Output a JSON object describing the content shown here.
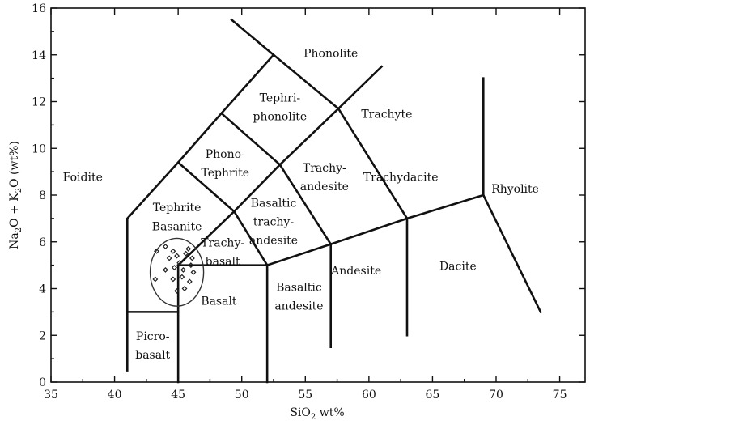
{
  "chart_data": {
    "type": "scatter",
    "title": "",
    "xlabel": "SiO",
    "xlabel_sub": "2",
    "xlabel_tail": " wt%",
    "ylabel_parts": [
      "Na",
      "2",
      "O + K",
      "2",
      "O (wt%)"
    ],
    "xlim": [
      35,
      77
    ],
    "ylim": [
      0,
      16
    ],
    "x_ticks": [
      35,
      40,
      45,
      50,
      55,
      60,
      65,
      70,
      75
    ],
    "y_ticks": [
      0,
      2,
      4,
      6,
      8,
      10,
      12,
      14,
      16
    ],
    "grid": false,
    "fields": [
      {
        "label": "Phonolite",
        "x": 57,
        "y": 13.9
      },
      {
        "label": "Tephri-",
        "x": 53,
        "y": 12.0
      },
      {
        "label": "phonolite",
        "x": 53,
        "y": 11.2
      },
      {
        "label": "Trachyte",
        "x": 61.4,
        "y": 11.3
      },
      {
        "label": "Phono-",
        "x": 48.7,
        "y": 9.6
      },
      {
        "label": "Tephrite",
        "x": 48.7,
        "y": 8.8
      },
      {
        "label": "Trachy-",
        "x": 56.5,
        "y": 9.0
      },
      {
        "label": "andesite",
        "x": 56.5,
        "y": 8.2
      },
      {
        "label": "Trachydacite",
        "x": 62.5,
        "y": 8.6
      },
      {
        "label": "Foidite",
        "x": 37.5,
        "y": 8.6
      },
      {
        "label": "Rhyolite",
        "x": 71.5,
        "y": 8.1
      },
      {
        "label": "Basaltic",
        "x": 52.5,
        "y": 7.5
      },
      {
        "label": "trachy-",
        "x": 52.5,
        "y": 6.7
      },
      {
        "label": "andesite",
        "x": 52.5,
        "y": 5.9
      },
      {
        "label": "Tephrite",
        "x": 44.9,
        "y": 7.3
      },
      {
        "label": "Basanite",
        "x": 44.9,
        "y": 6.5
      },
      {
        "label": "Trachy-",
        "x": 48.5,
        "y": 5.8
      },
      {
        "label": "basalt",
        "x": 48.5,
        "y": 5.0
      },
      {
        "label": "Andesite",
        "x": 59.0,
        "y": 4.6
      },
      {
        "label": "Dacite",
        "x": 67.0,
        "y": 4.8
      },
      {
        "label": "Basaltic",
        "x": 54.5,
        "y": 3.9
      },
      {
        "label": "andesite",
        "x": 54.5,
        "y": 3.1
      },
      {
        "label": "Basalt",
        "x": 48.2,
        "y": 3.3
      },
      {
        "label": "Picro-",
        "x": 43.0,
        "y": 1.8
      },
      {
        "label": "basalt",
        "x": 43.0,
        "y": 1.0
      }
    ],
    "boundaries": [
      [
        [
          41,
          0.5
        ],
        [
          41,
          7
        ],
        [
          45,
          9.4
        ],
        [
          48.4,
          11.5
        ],
        [
          52.5,
          14
        ],
        [
          49.2,
          15.5
        ]
      ],
      [
        [
          41,
          3
        ],
        [
          45,
          3
        ]
      ],
      [
        [
          45,
          0
        ],
        [
          45,
          5
        ]
      ],
      [
        [
          45,
          5
        ],
        [
          49.4,
          7.3
        ],
        [
          53,
          9.3
        ],
        [
          57.6,
          11.7
        ],
        [
          61,
          13.5
        ]
      ],
      [
        [
          45,
          9.4
        ],
        [
          49.4,
          7.3
        ]
      ],
      [
        [
          48.4,
          11.5
        ],
        [
          53,
          9.3
        ]
      ],
      [
        [
          52.5,
          14
        ],
        [
          57.6,
          11.7
        ]
      ],
      [
        [
          45,
          5
        ],
        [
          52,
          5
        ],
        [
          57,
          5.9
        ],
        [
          63,
          7
        ],
        [
          69,
          8
        ]
      ],
      [
        [
          52,
          0
        ],
        [
          52,
          5
        ]
      ],
      [
        [
          52,
          5
        ],
        [
          49.4,
          7.3
        ]
      ],
      [
        [
          57,
          1.5
        ],
        [
          57,
          5.9
        ]
      ],
      [
        [
          57,
          5.9
        ],
        [
          53,
          9.3
        ]
      ],
      [
        [
          63,
          2
        ],
        [
          63,
          7
        ]
      ],
      [
        [
          63,
          7
        ],
        [
          57.6,
          11.7
        ]
      ],
      [
        [
          69,
          8
        ],
        [
          69,
          13
        ]
      ],
      [
        [
          69,
          8
        ],
        [
          73.5,
          3
        ]
      ]
    ],
    "samples": [
      [
        43.3,
        5.6
      ],
      [
        44.0,
        5.8
      ],
      [
        44.6,
        5.6
      ],
      [
        44.3,
        5.3
      ],
      [
        45.6,
        5.5
      ],
      [
        46.1,
        5.3
      ],
      [
        45.8,
        5.7
      ],
      [
        45.1,
        5.1
      ],
      [
        44.7,
        4.9
      ],
      [
        45.4,
        4.8
      ],
      [
        46.2,
        4.7
      ],
      [
        45.9,
        4.3
      ],
      [
        44.6,
        4.4
      ],
      [
        45.5,
        4.0
      ],
      [
        44.0,
        4.8
      ],
      [
        43.2,
        4.4
      ],
      [
        46.0,
        5.0
      ],
      [
        44.9,
        5.4
      ],
      [
        45.3,
        4.5
      ],
      [
        44.9,
        3.9
      ]
    ],
    "sample_region": {
      "cx": 44.9,
      "cy": 4.7,
      "rx": 2.1,
      "ry": 1.45
    }
  }
}
